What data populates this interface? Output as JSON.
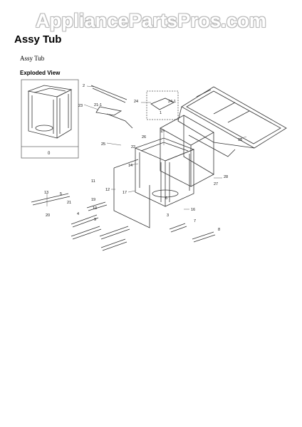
{
  "site": {
    "watermark": "AppliancePartsPros.com"
  },
  "page": {
    "title": "Assy Tub",
    "subtitle": "Assy Tub",
    "section": "Exploded View"
  },
  "diagram": {
    "inset_label": "0",
    "callouts": [
      "2",
      "23",
      "21-1",
      "24",
      "24-1",
      "1",
      "18",
      "15",
      "26",
      "22",
      "25",
      "14",
      "12",
      "17",
      "13",
      "5",
      "21",
      "20",
      "11",
      "10",
      "19",
      "4",
      "9",
      "3",
      "6",
      "16",
      "27",
      "28",
      "7",
      "8"
    ]
  }
}
